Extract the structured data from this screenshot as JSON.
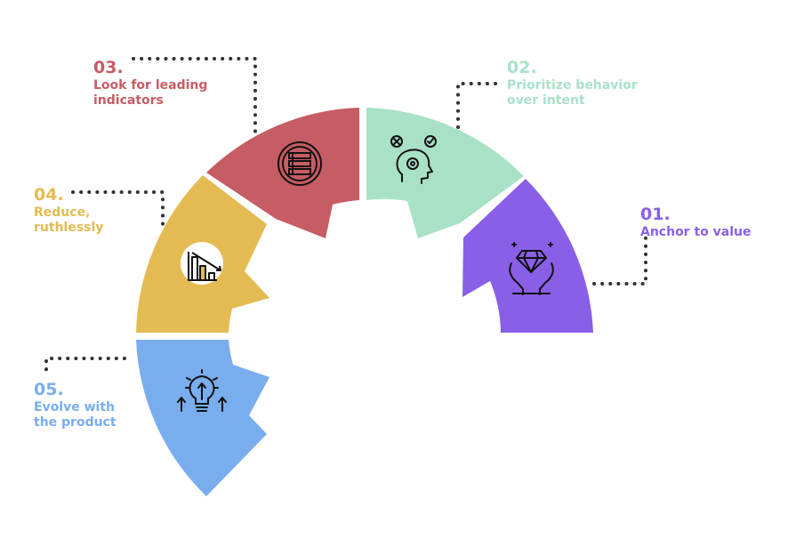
{
  "colors": {
    "step1": "#8a5fe7",
    "step2": "#a9e1c7",
    "step3": "#c65c64",
    "step4": "#e4bb52",
    "step5": "#79adee",
    "connector": "#333333"
  },
  "steps": [
    {
      "number": "01.",
      "text": "Anchor to value",
      "icon": "diamond-in-hands-icon"
    },
    {
      "number": "02.",
      "text": "Prioritize behavior\nover intent",
      "icon": "head-gear-check-icon"
    },
    {
      "number": "03.",
      "text": "Look for leading\nindicators",
      "icon": "list-circle-icon"
    },
    {
      "number": "04.",
      "text": "Reduce,\nruthlessly",
      "icon": "declining-bar-chart-icon"
    },
    {
      "number": "05.",
      "text": "Evolve with\nthe product",
      "icon": "lightbulb-arrows-icon"
    }
  ]
}
